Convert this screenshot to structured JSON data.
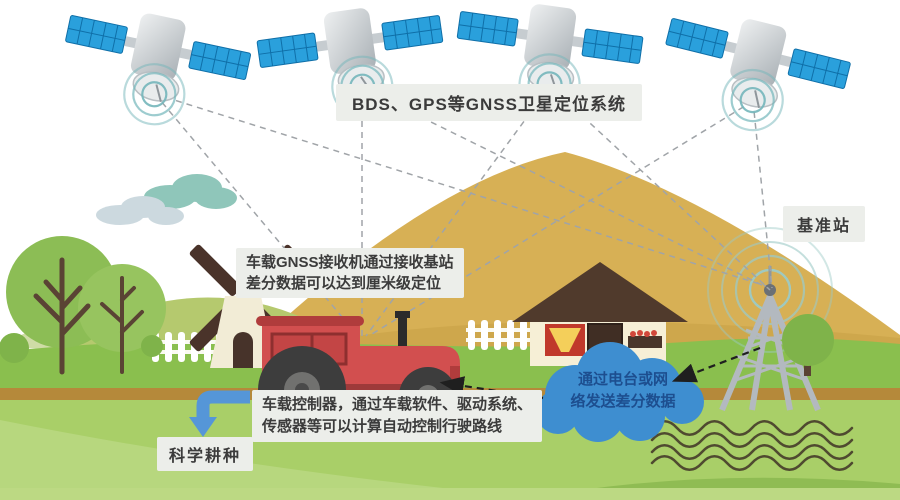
{
  "diagram": {
    "title": "BDS、GPS等GNSS卫星定位系统",
    "base_station_label": "基准站",
    "receiver_note": {
      "line1": "车载GNSS接收机通过接收基站",
      "line2": "差分数据可以达到厘米级定位"
    },
    "data_cloud": {
      "line1": "通过电台或网",
      "line2": "络发送差分数据"
    },
    "controller_note": {
      "line1": "车载控制器，通过车载软件、驱动系统、",
      "line2": "传感器等可以计算自动控制行驶路线"
    },
    "farming_label": "科学耕种"
  },
  "icons": [
    "satellite-icon",
    "signal-waves-icon",
    "radio-tower-icon",
    "data-cloud-icon",
    "tractor-icon",
    "windmill-icon",
    "house-icon",
    "tree-icon",
    "sky-cloud-icon",
    "picket-fence-icon",
    "down-arrow-icon",
    "dashed-link-line",
    "field-rows-icon"
  ],
  "colors": {
    "label_bg": "#eceeea",
    "label_text": "#3b3b3b",
    "cloud_fill": "#3e8ed0",
    "cloud_text": "#1d4e8f",
    "arrow_blue": "#5596d8",
    "tractor_red": "#d24f4f",
    "mountain_tan": "#d7b055",
    "grass_green": "#8abf4e",
    "field_green": "#a9cf68",
    "soil_brown": "#b5893a",
    "signal_teal": "#74b6ba",
    "satellite_panel_blue": "#2aa0dc",
    "link_line_gray": "#a0a4a8",
    "arrow_black": "#1f1f1f"
  }
}
